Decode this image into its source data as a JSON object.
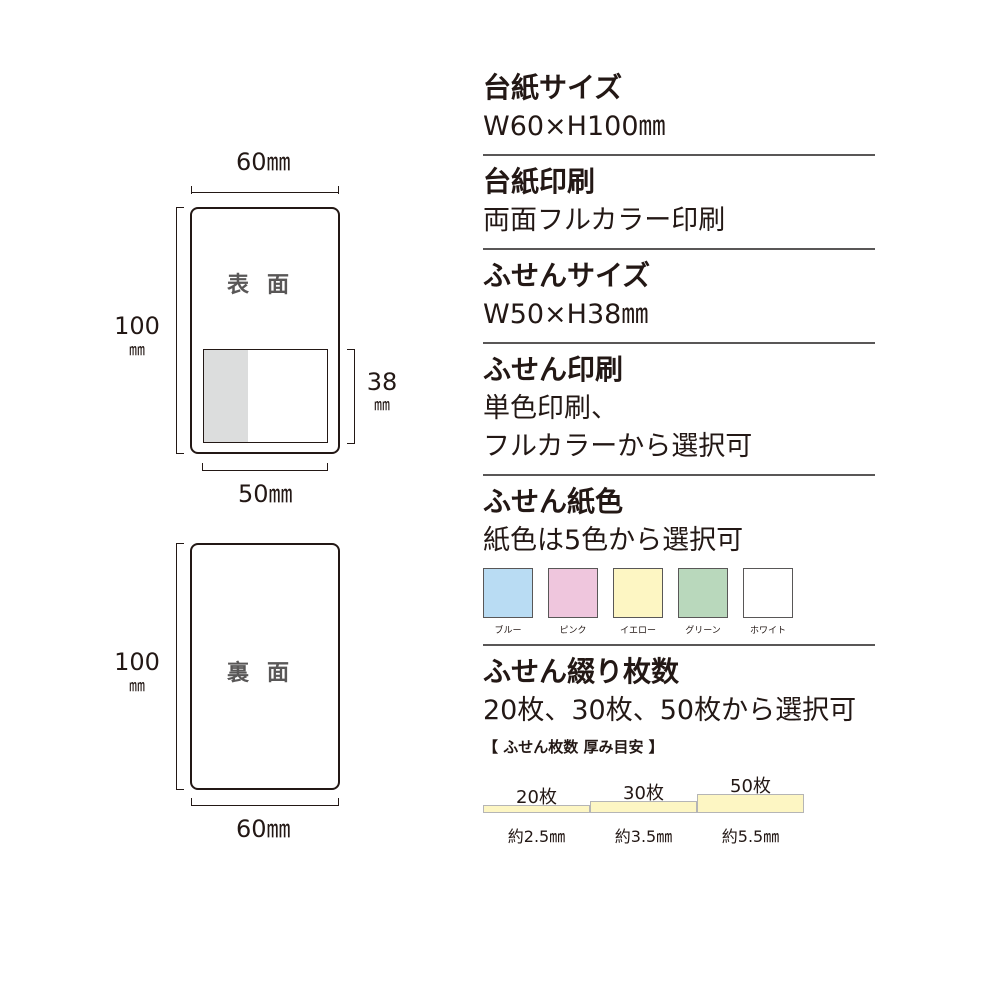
{
  "diagram": {
    "front": {
      "label": "表面",
      "width_label": "60㎜",
      "height_label_num": "100",
      "height_label_unit": "㎜",
      "sticky_width_label": "50㎜",
      "sticky_height_label_num": "38",
      "sticky_height_label_unit": "㎜"
    },
    "back": {
      "label": "裏面",
      "height_label_num": "100",
      "height_label_unit": "㎜",
      "width_label": "60㎜"
    }
  },
  "specs": [
    {
      "title": "台紙サイズ",
      "lines": [
        "W60×H100㎜"
      ]
    },
    {
      "title": "台紙印刷",
      "lines": [
        "両面フルカラー印刷"
      ]
    },
    {
      "title": "ふせんサイズ",
      "lines": [
        "W50×H38㎜"
      ]
    },
    {
      "title": "ふせん印刷",
      "lines": [
        "単色印刷、",
        "フルカラーから選択可"
      ]
    },
    {
      "title": "ふせん紙色",
      "lines": [
        "紙色は5色から選択可"
      ]
    },
    {
      "title": "ふせん綴り枚数",
      "lines": [
        "20枚、30枚、50枚から選択可"
      ]
    }
  ],
  "paper_colors": [
    {
      "name": "ブルー",
      "color": "#b9dcf3"
    },
    {
      "name": "ピンク",
      "color": "#efc6dd"
    },
    {
      "name": "イエロー",
      "color": "#fdf6c3"
    },
    {
      "name": "グリーン",
      "color": "#b9d8bc"
    },
    {
      "name": "ホワイト",
      "color": "#ffffff"
    }
  ],
  "thickness": {
    "title": "【 ふせん枚数 厚み目安 】",
    "items": [
      {
        "count": "20枚",
        "thickness_label": "約2.5㎜",
        "thickness_mm": 2.5
      },
      {
        "count": "30枚",
        "thickness_label": "約3.5㎜",
        "thickness_mm": 3.5
      },
      {
        "count": "50枚",
        "thickness_label": "約5.5㎜",
        "thickness_mm": 5.5
      }
    ]
  }
}
